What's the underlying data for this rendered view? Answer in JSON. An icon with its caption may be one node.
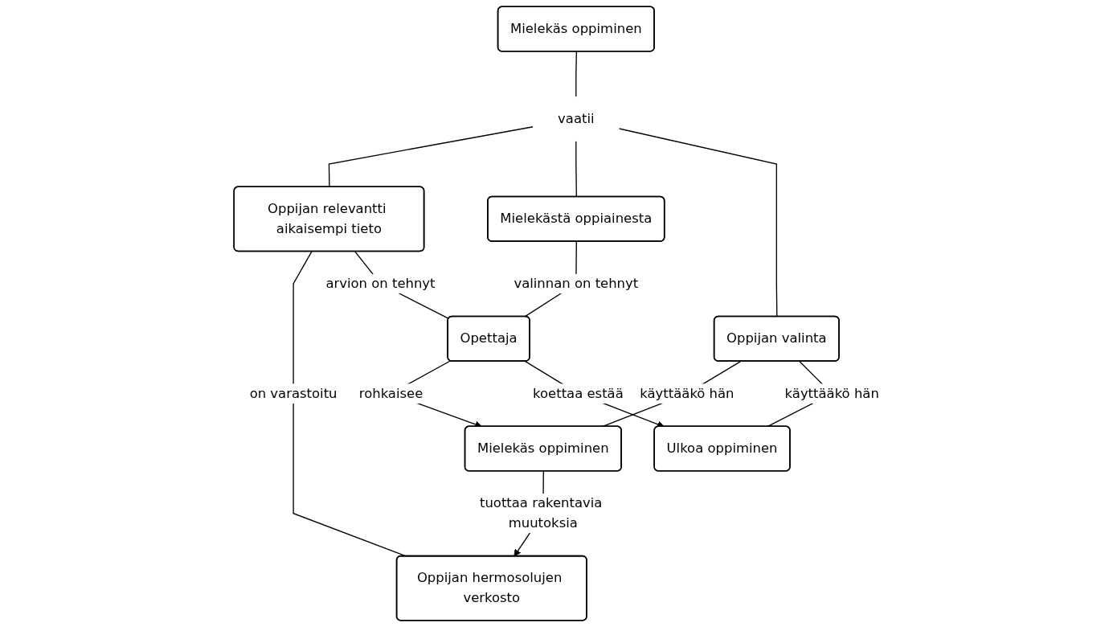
{
  "diagram": {
    "nodes": [
      {
        "text": [
          "Mielekäs oppiminen"
        ]
      },
      {
        "text": [
          "vaatii"
        ]
      },
      {
        "text": [
          "Oppijan relevantti aikaisempi tieto"
        ]
      },
      {
        "text": [
          "Mielekästä oppiainesta"
        ]
      },
      {
        "text": [
          "Oppijan valinta"
        ]
      },
      {
        "text": [
          "Mielekäs oppiminen"
        ]
      },
      {
        "text": [
          "Ulkoa oppiminen"
        ]
      },
      {
        "text": [
          "Oppijan hermosolujen verkosto"
        ]
      },
      {
        "text": [
          "Opettaja"
        ]
      }
    ],
    "edges": [
      {
        "from": 0,
        "to": 1,
        "arrow": "none"
      },
      {
        "from": 1,
        "to": 2,
        "arrow": "none"
      },
      {
        "from": 1,
        "to": 3,
        "arrow": "none"
      },
      {
        "from": 1,
        "to": 4,
        "arrow": "none"
      },
      {
        "from": 2,
        "to": 7,
        "label": "on varastoitu",
        "arrow": "none"
      },
      {
        "from": 2,
        "to": 8,
        "label": "arvion on tehnyt",
        "arrow": "none"
      },
      {
        "from": 3,
        "to": 8,
        "label": "valinnan on tehnyt",
        "arrow": "none"
      },
      {
        "from": 4,
        "to": 5,
        "label": "käyttääkö hän",
        "arrow": "none"
      },
      {
        "from": 4,
        "to": 6,
        "label": "käyttääkö hän",
        "arrow": "none"
      },
      {
        "from": 8,
        "to": 5,
        "label": "rohkaisee",
        "arrow": "to"
      },
      {
        "from": 5,
        "to": 7,
        "label": "tuottaa rakentavia muutoksia",
        "arrow": "to"
      },
      {
        "from": 8,
        "to": 6,
        "label": "koettaa estää",
        "arrow": "to"
      }
    ]
  }
}
